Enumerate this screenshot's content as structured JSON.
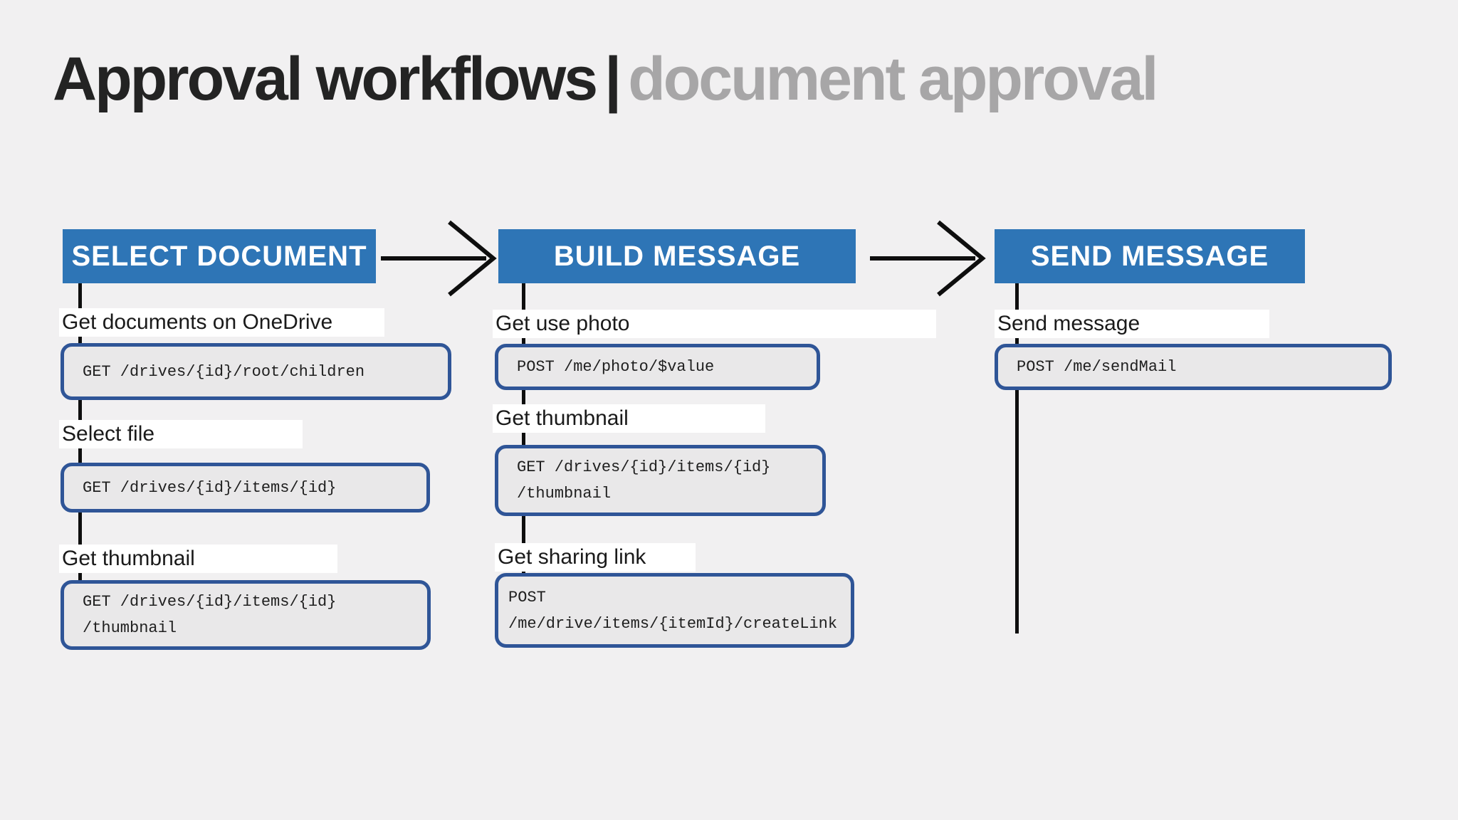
{
  "title": {
    "primary": "Approval workflows",
    "separator": "|",
    "secondary": "document approval"
  },
  "columns": [
    {
      "header": "SELECT DOCUMENT",
      "steps": [
        {
          "label": "Get documents on OneDrive",
          "code": [
            "GET /drives/{id}/root/children"
          ]
        },
        {
          "label": "Select file",
          "code": [
            "GET /drives/{id}/items/{id}"
          ]
        },
        {
          "label": "Get thumbnail",
          "code": [
            "GET /drives/{id}/items/{id}",
            "/thumbnail"
          ]
        }
      ]
    },
    {
      "header": "BUILD MESSAGE",
      "steps": [
        {
          "label": "Get use photo",
          "code": [
            "POST /me/photo/$value"
          ]
        },
        {
          "label": "Get thumbnail",
          "code": [
            "GET /drives/{id}/items/{id}",
            "/thumbnail"
          ]
        },
        {
          "label": "Get sharing link",
          "code": [
            "POST",
            "/me/drive/items/{itemId}/createLink"
          ]
        }
      ]
    },
    {
      "header": "SEND MESSAGE",
      "steps": [
        {
          "label": "Send message",
          "code": [
            "POST /me/sendMail"
          ]
        }
      ]
    }
  ],
  "icons": {
    "flow_arrow": "→"
  },
  "colors": {
    "background": "#f1f0f1",
    "header_bg": "#2e75b6",
    "header_text": "#ffffff",
    "code_bg": "#e9e8e9",
    "code_border": "#2f5597",
    "code_text": "#1f1f1f",
    "label_bg": "#ffffff",
    "label_text": "#1a1a1a",
    "line": "#0e0e0e",
    "title_primary": "#232323",
    "title_secondary": "#a7a6a7"
  }
}
